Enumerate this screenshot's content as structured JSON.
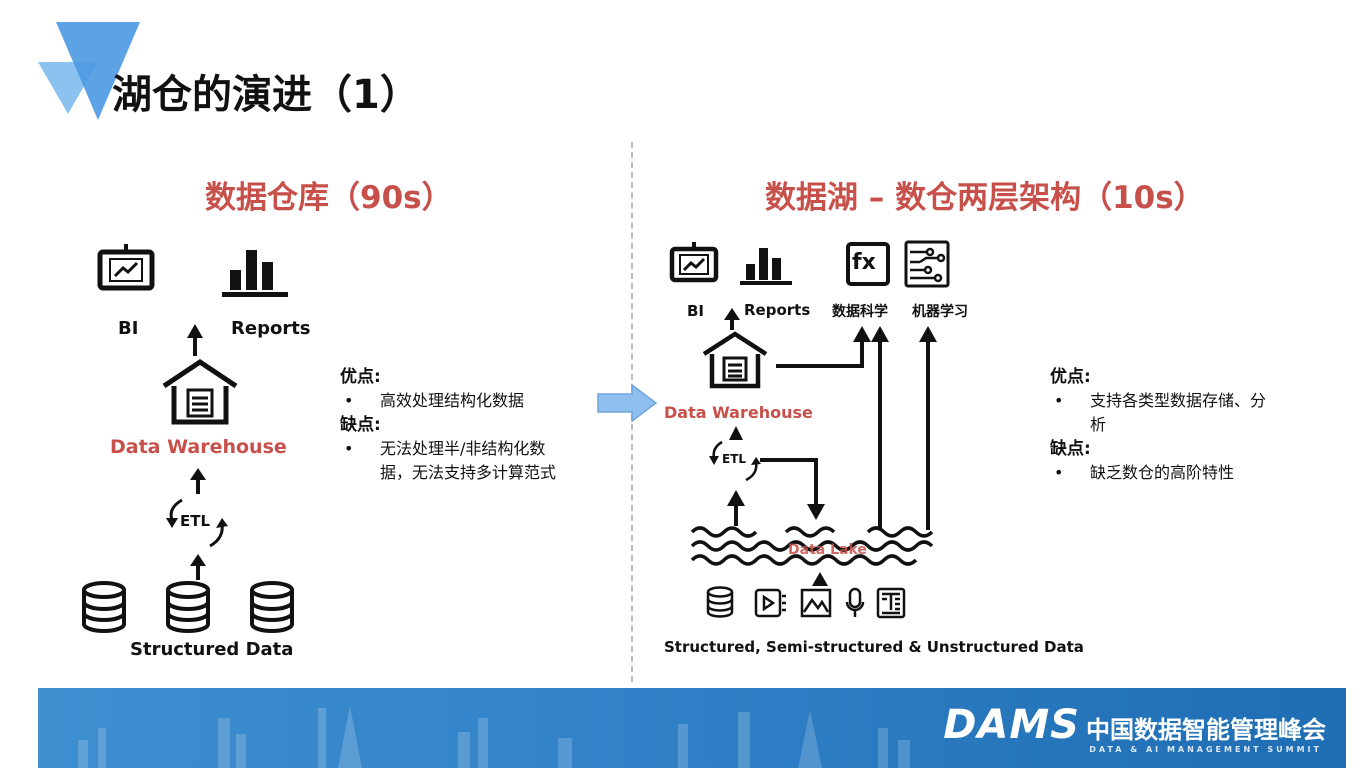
{
  "title": "湖仓的演进（1）",
  "left": {
    "heading": "数据仓库（90s）",
    "bi_label": "BI",
    "reports_label": "Reports",
    "warehouse_label": "Data Warehouse",
    "etl_label": "ETL",
    "source_label": "Structured Data",
    "pros_title": "优点:",
    "pros": [
      "高效处理结构化数据"
    ],
    "cons_title": "缺点:",
    "cons_line1": "无法处理半/非结构化数",
    "cons_line2": "据，无法支持多计算范式"
  },
  "right": {
    "heading": "数据湖 – 数仓两层架构（10s）",
    "bi_label": "BI",
    "reports_label": "Reports",
    "ds_label": "数据科学",
    "ml_label": "机器学习",
    "fx_label": "fx",
    "warehouse_label": "Data Warehouse",
    "etl_label": "ETL",
    "lake_label": "Data Lake",
    "source_label": "Structured, Semi-structured & Unstructured Data",
    "pros_title": "优点:",
    "pros_line1": "支持各类型数据存储、分",
    "pros_line2": "析",
    "cons_title": "缺点:",
    "cons": [
      "缺乏数仓的高阶特性"
    ]
  },
  "footer": {
    "brand": "DAMS",
    "brand_cn": "中国数据智能管理峰会",
    "brand_sub": "DATA & AI MANAGEMENT SUMMIT"
  },
  "colors": {
    "accent_red": "#c8504a",
    "logo_blue": "#5aa3e6",
    "arrow_blue": "#7fb5ea",
    "footer_blue": "#2f80c6"
  }
}
